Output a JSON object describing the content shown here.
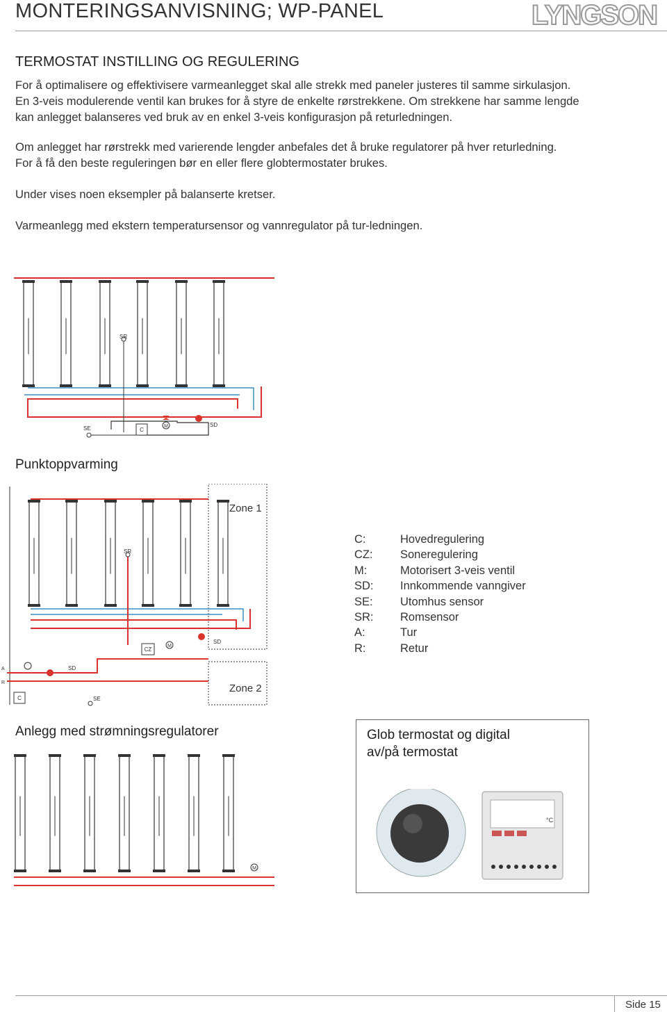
{
  "header": {
    "title": "MONTERINGSANVISNING; WP-PANEL",
    "logo_text": "LYNGSON"
  },
  "section": {
    "title": "TERMOSTAT INSTILLING OG REGULERING",
    "p1_l1": "For å optimalisere og effektivisere varmeanlegget skal alle strekk med paneler justeres til samme sirkulasjon.",
    "p1_l2": "En 3-veis modulerende ventil kan brukes for å styre de enkelte rørstrekkene. Om strekkene har samme lengde",
    "p1_l3": "kan anlegget balanseres ved bruk av en enkel 3-veis konfigurasjon på returledningen.",
    "p2_l1": "Om anlegget har rørstrekk med varierende lengder anbefales det å bruke regulatorer på hver returledning.",
    "p2_l2": "For å få den beste reguleringen bør en eller flere globtermostater brukes.",
    "p3": "Under vises noen eksempler på balanserte kretser.",
    "p4": "Varmeanlegg med ekstern temperatursensor og vannregulator på tur-ledningen."
  },
  "diagram1": {
    "sr": "SR",
    "se": "SE",
    "c": "C",
    "m": "M",
    "sd": "SD"
  },
  "punkt": {
    "title": "Punktoppvarming",
    "zone1": "Zone 1",
    "zone2": "Zone 2",
    "sr": "SR",
    "cz": "CZ",
    "m": "M",
    "sd": "SD",
    "c": "C",
    "se": "SE",
    "a": "A",
    "r": "R"
  },
  "legend": [
    {
      "key": "C:",
      "val": "Hovedregulering"
    },
    {
      "key": "CZ:",
      "val": "Soneregulering"
    },
    {
      "key": "M:",
      "val": "Motorisert 3-veis ventil"
    },
    {
      "key": "SD:",
      "val": "Innkommende vanngiver"
    },
    {
      "key": "SE:",
      "val": "Utomhus sensor"
    },
    {
      "key": "SR:",
      "val": "Romsensor"
    },
    {
      "key": "A:",
      "val": "Tur"
    },
    {
      "key": "R:",
      "val": "Retur"
    }
  ],
  "anlegg": {
    "title": "Anlegg med strømningsregulatorer",
    "m": "M"
  },
  "thermo": {
    "title_l1": "Glob termostat og digital",
    "title_l2": "av/på termostat",
    "display_unit": "°C"
  },
  "footer": {
    "page": "Side 15"
  },
  "colors": {
    "supply": "#d9342b",
    "return": "#3a8fc4",
    "panel": "#333333"
  }
}
